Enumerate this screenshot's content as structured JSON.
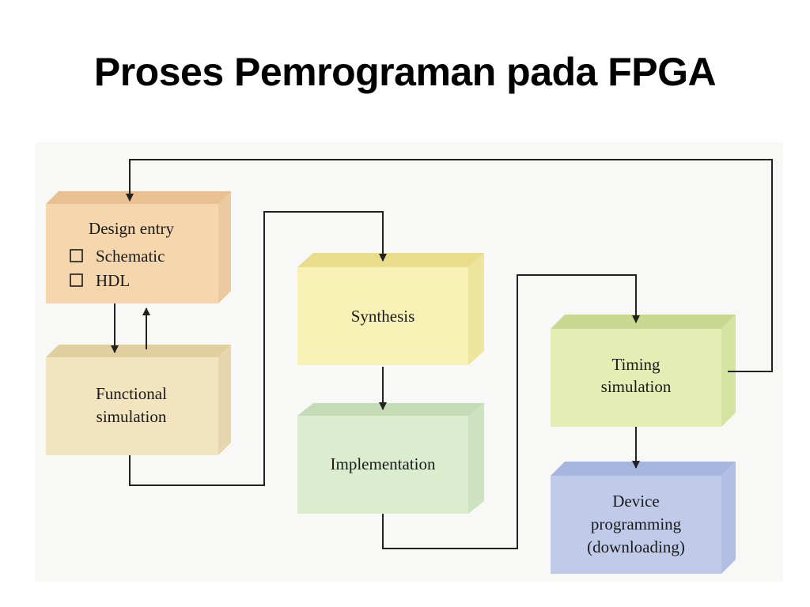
{
  "slide": {
    "title": "Proses Pemrograman pada FPGA"
  },
  "diagram": {
    "design_entry": {
      "title": "Design entry",
      "options": [
        "Schematic",
        "HDL"
      ]
    },
    "functional_simulation": {
      "line1": "Functional",
      "line2": "simulation"
    },
    "synthesis": {
      "label": "Synthesis"
    },
    "implementation": {
      "label": "Implementation"
    },
    "timing_simulation": {
      "line1": "Timing",
      "line2": "simulation"
    },
    "device_programming": {
      "line1": "Device",
      "line2": "programming",
      "line3": "(downloading)"
    }
  },
  "colors": {
    "design_entry": "#f6d6ad",
    "functional_simulation": "#f1e4be",
    "synthesis": "#f7f1b6",
    "implementation": "#dbeccf",
    "timing_simulation": "#e3edb4",
    "device_programming": "#bfcbe9",
    "connector": "#222222"
  }
}
